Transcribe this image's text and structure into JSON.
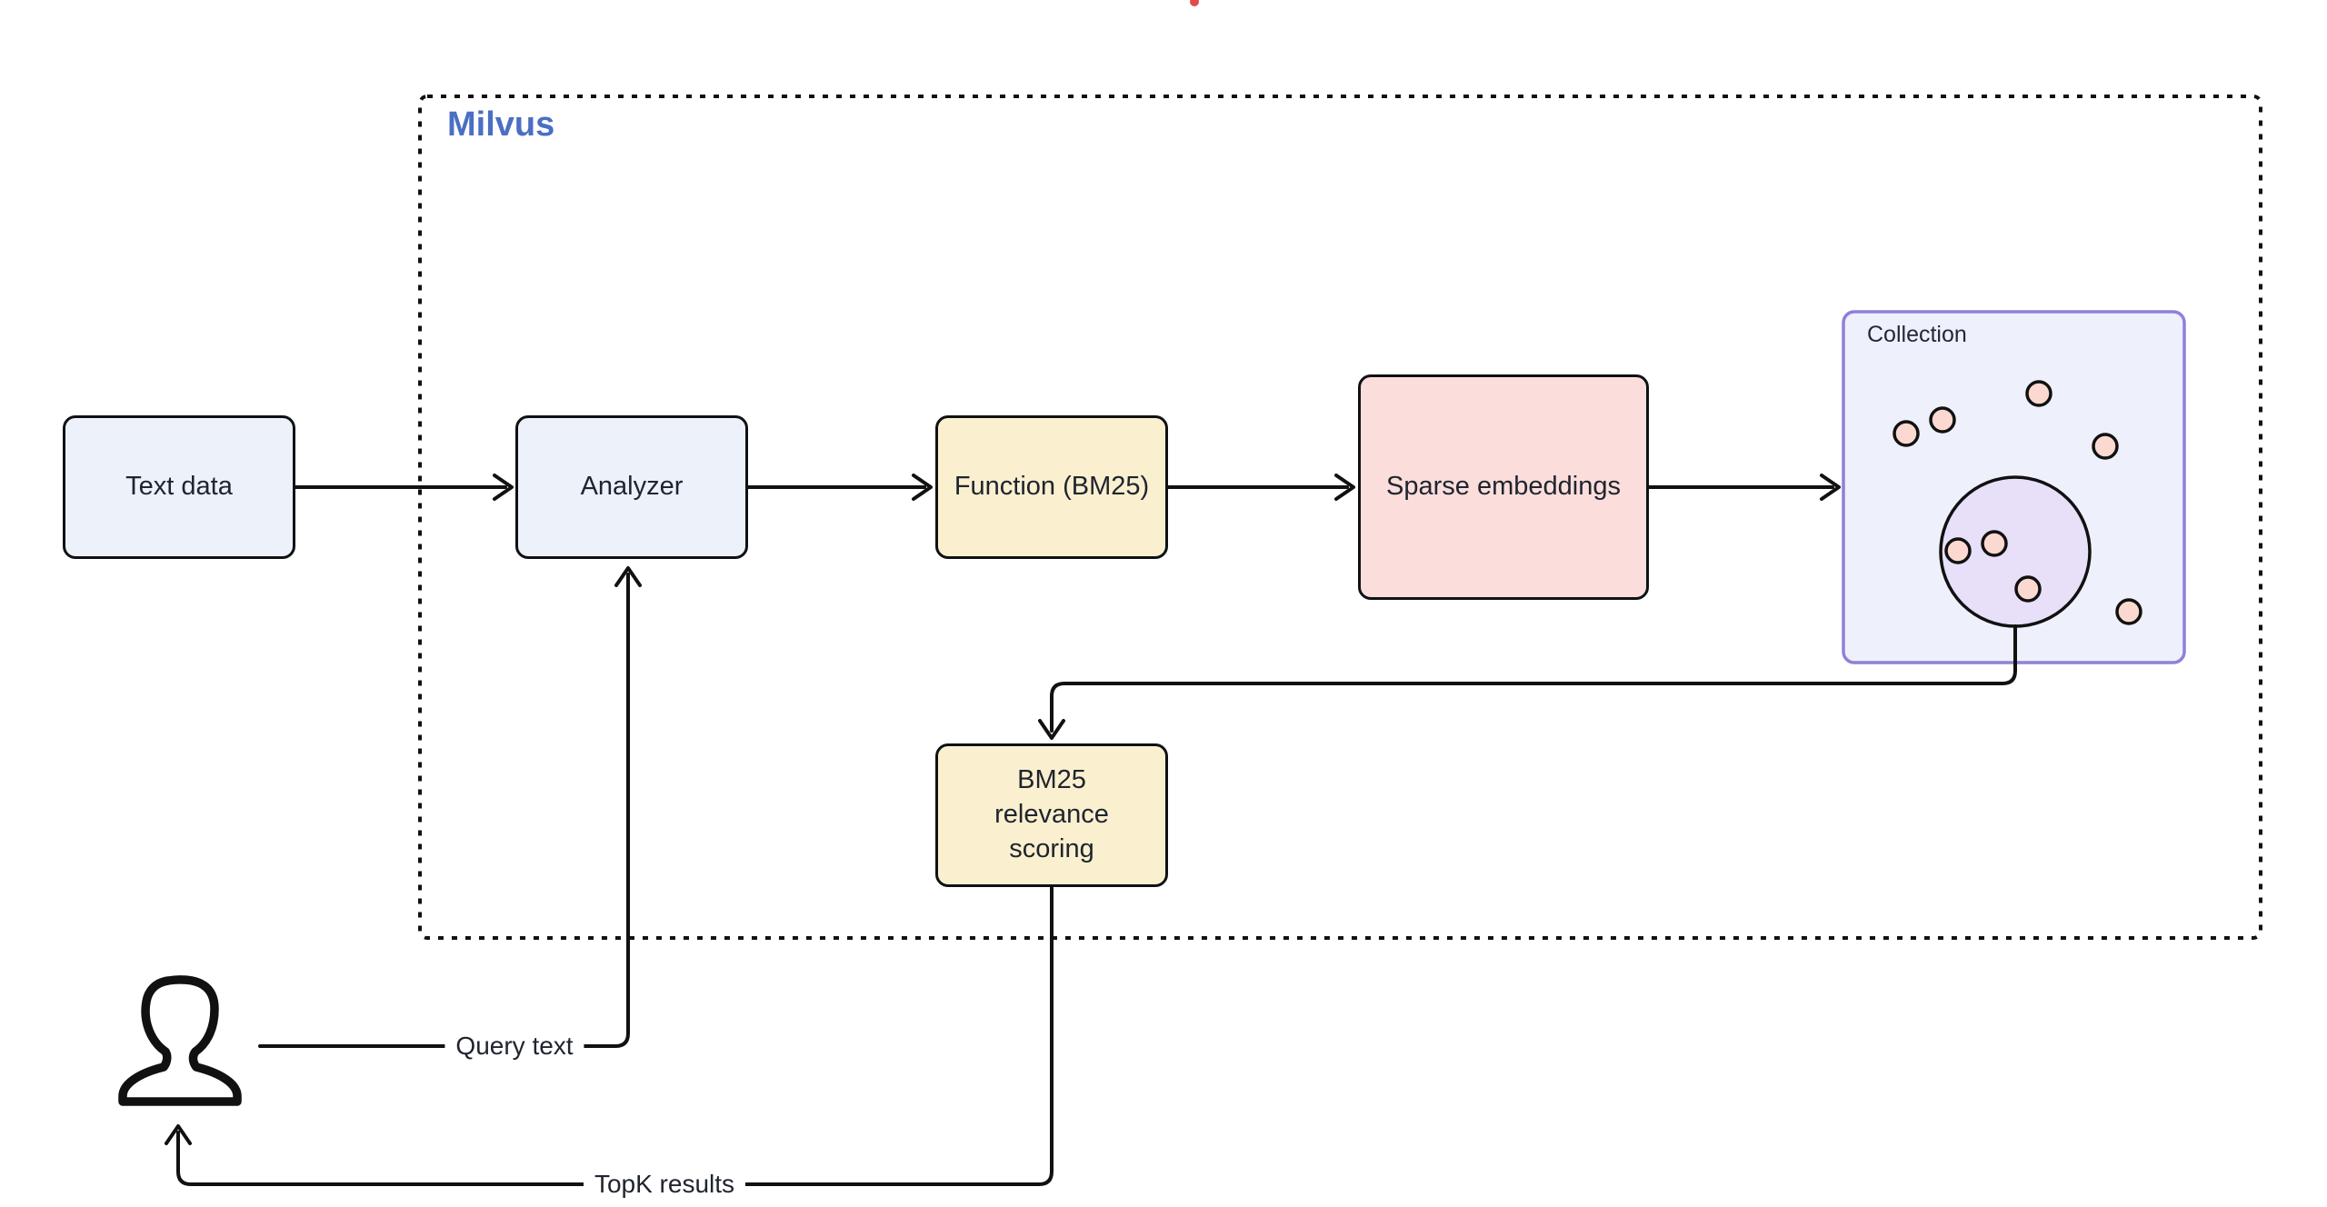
{
  "diagram": {
    "region_label": "Milvus",
    "nodes": {
      "text_data": {
        "label": "Text data"
      },
      "analyzer": {
        "label": "Analyzer"
      },
      "function_bm25": {
        "label": "Function (BM25)"
      },
      "sparse_embeddings": {
        "label": "Sparse embeddings"
      },
      "collection": {
        "label": "Collection"
      },
      "bm25_scoring": {
        "label": "BM25 relevance scoring"
      }
    },
    "edges": {
      "query_text": {
        "label": "Query text"
      },
      "topk_results": {
        "label": "TopK results"
      }
    },
    "icons": {
      "actor": "user-icon"
    },
    "colors": {
      "node_blue": "#ECF1FA",
      "node_yellow": "#FAF0CF",
      "node_pink": "#FBDEDB",
      "collection_fill": "#EEF1FB",
      "collection_border": "#8F80D8",
      "cluster_circle_fill": "#E8DFF9",
      "dot_fill": "#FBD9D0",
      "stroke": "#111111",
      "milvus_label": "#4A6FC3",
      "red_marker": "#E14D4D"
    }
  }
}
